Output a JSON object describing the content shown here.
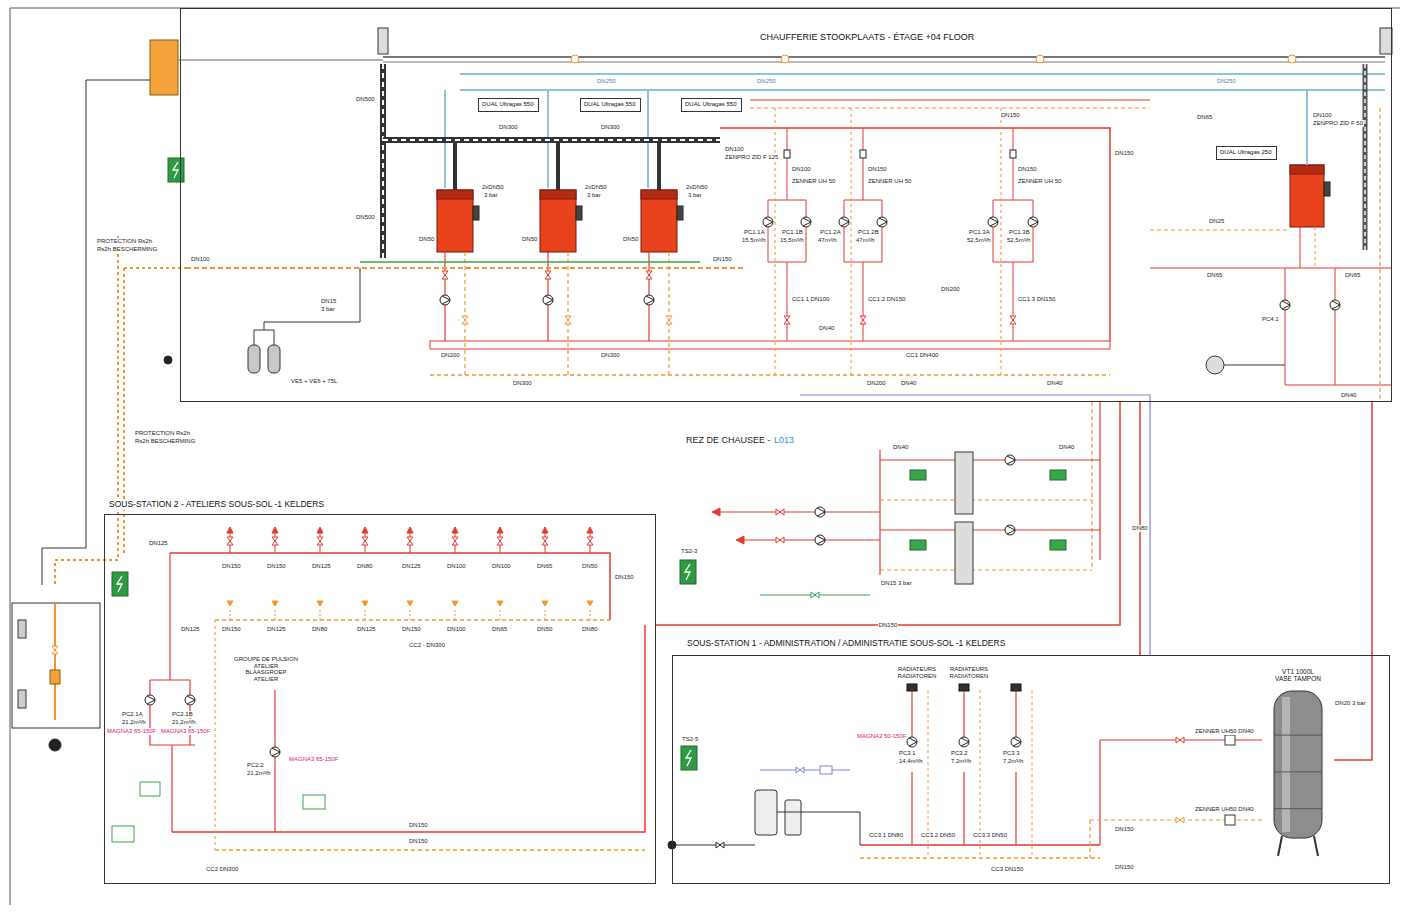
{
  "diagram": {
    "nodes": [
      {
        "text": [
          "CHAUFFERIE STOOKPLAATS - ÉTAGE +04 FLOOR"
        ]
      },
      {
        "text": [
          "DUAL Ultragas 550"
        ],
        "in": 0
      },
      {
        "text": [
          "DUAL Ultragas 550"
        ],
        "in": 0
      },
      {
        "text": [
          "DUAL Ultragas 550"
        ],
        "in": 0
      },
      {
        "text": [
          "DUAL Ultragas 250"
        ],
        "in": 0
      },
      {
        "text": [
          "SOUS-STATION 2 - ATELIERS SOUS-SOL -1 KELDERS"
        ]
      },
      {
        "text": [
          "SOUS-STATION 1 - ADMINISTRATION / ADMINISTRATIE SOUS-SOL -1 KELDERS"
        ]
      },
      {
        "text": [
          "VT1 1000L",
          "VASE TAMPON"
        ],
        "in": 6
      }
    ],
    "edges": [
      {
        "from": 0,
        "to": 5,
        "arrow": "none",
        "label": "DN150"
      },
      {
        "from": 0,
        "to": 6,
        "arrow": "none",
        "label": "DN80"
      },
      {
        "from": 0,
        "to": 7,
        "arrow": "none"
      }
    ],
    "labels": [
      "REZ DE CHAUSEE -",
      "L013",
      "PROTECTION Rs2h",
      "Rs2h BESCHERMING",
      "PROTECTION Rs2h",
      "Rs2h BESCHERMING",
      "DN500",
      "DN500",
      "DN300",
      "DN300",
      "DN250",
      "DN250",
      "DN250",
      "DN100",
      "ZENPRO ZID F 125",
      "2xDN50",
      "3 bar",
      "2xDN50",
      "3 bar",
      "2xDN50",
      "3 bar",
      "DN50",
      "DN50",
      "DN50",
      "DN100",
      "DN150",
      "DN15",
      "3 bar",
      "VE5 + VE6 + 75L",
      "DN200",
      "DN300",
      "DN300",
      "CC1 DN400",
      "DN40",
      "DN200",
      "DN40",
      "DN40",
      "PC1.1A",
      "PC1.1B",
      "PC1.2A",
      "PC1.2B",
      "PC1.3A",
      "PC1.3B",
      "15,5m³/h",
      "15,5m³/h",
      "47m³/h",
      "47m³/h",
      "52,5m³/h",
      "52,5m³/h",
      "ZENNER UH 50",
      "ZENNER UH 50",
      "ZENNER UH 50",
      "DN100",
      "DN150",
      "DN150",
      "CC1.1 DN100",
      "CC1.2 DN150",
      "CC1.3 DN150",
      "DN200",
      "DN150",
      "DN150",
      "DN65",
      "DN100",
      "ZENPRO ZID F 50",
      "DN25",
      "DN65",
      "DN65",
      "PC4.1",
      "DN40",
      "DN125",
      "DN150",
      "DN150",
      "DN125",
      "DN80",
      "DN125",
      "DN100",
      "DN100",
      "DN65",
      "DN50",
      "DN150",
      "DN150",
      "DN125",
      "DN80",
      "DN125",
      "DN150",
      "DN100",
      "DN65",
      "DN50",
      "DN80",
      "DN125",
      "CC2 - DN300",
      "GROUPE DE PULSION ATELIER BLAASGROEP ATELIER",
      "PC2.1A",
      "PC2.1B",
      "21,2m³/h",
      "21,2m³/h",
      "MAGNA3 65-150F",
      "MAGNA3 65-150F",
      "PC2.2",
      "21,2m³/h",
      "MAGNA3 65-150F",
      "DN150",
      "DN150",
      "CC2 DN300",
      "TS2-3",
      "TS2-5",
      "RADIATEURS RADIATOREN",
      "RADIATEURS RADIATOREN",
      "PC3.1",
      "PC3.2",
      "PC3.3",
      "14,4m³/h",
      "7,2m³/h",
      "7,2m³/h",
      "MAGNA3 50-150F",
      "CC3.1 DN80",
      "CC3.2 DN50",
      "CC3.3 DN50",
      "CC3 DN150",
      "ZENNER UH50 DN40",
      "ZENNER UH50 DN40",
      "DN20 3 bar",
      "DN150",
      "DN150",
      "DN15 3 bar",
      "DN40",
      "DN40"
    ]
  }
}
